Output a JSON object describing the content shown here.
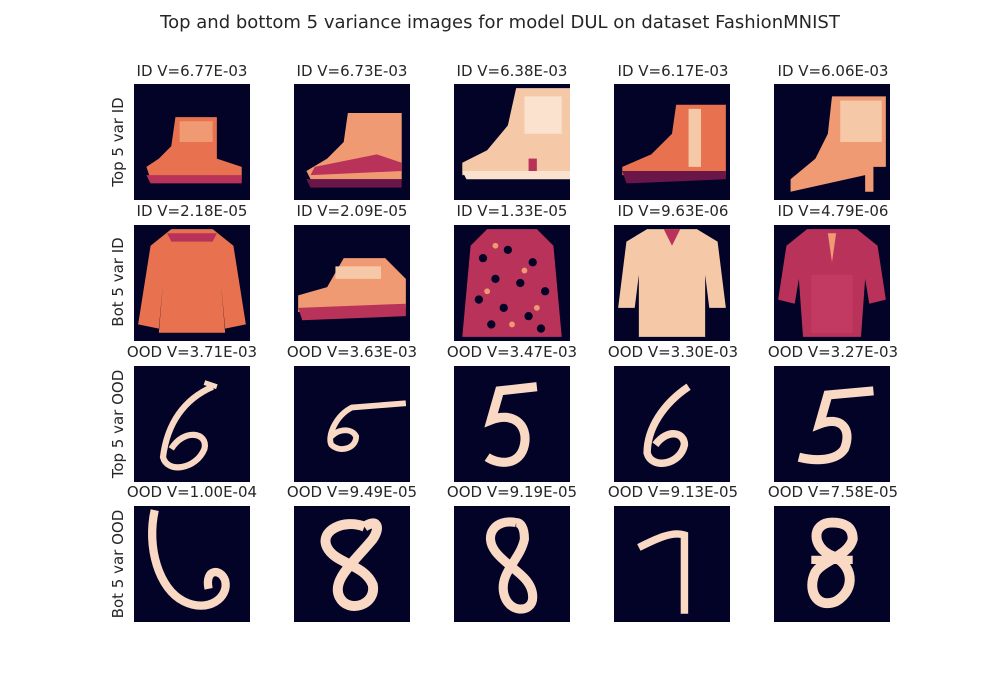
{
  "title": "Top and bottom 5 variance images for model DUL on dataset FashionMNIST",
  "rows": [
    {
      "label": "Top 5 var ID",
      "cells": [
        {
          "caption": "ID V=6.77E-03",
          "icon": "ankle-boot-image"
        },
        {
          "caption": "ID V=6.73E-03",
          "icon": "ankle-boot-image"
        },
        {
          "caption": "ID V=6.38E-03",
          "icon": "ankle-boot-image"
        },
        {
          "caption": "ID V=6.17E-03",
          "icon": "ankle-boot-image"
        },
        {
          "caption": "ID V=6.06E-03",
          "icon": "heeled-boot-image"
        }
      ]
    },
    {
      "label": "Bot 5 var ID",
      "cells": [
        {
          "caption": "ID V=2.18E-05",
          "icon": "pullover-image"
        },
        {
          "caption": "ID V=2.09E-05",
          "icon": "sneaker-image"
        },
        {
          "caption": "ID V=1.33E-05",
          "icon": "patterned-shirt-image"
        },
        {
          "caption": "ID V=9.63E-06",
          "icon": "shirt-image"
        },
        {
          "caption": "ID V=4.79E-06",
          "icon": "shirt-image"
        }
      ]
    },
    {
      "label": "Top 5 var OOD",
      "cells": [
        {
          "caption": "OOD V=3.71E-03",
          "icon": "digit-6-image"
        },
        {
          "caption": "OOD V=3.63E-03",
          "icon": "digit-6-image"
        },
        {
          "caption": "OOD V=3.47E-03",
          "icon": "digit-5-image"
        },
        {
          "caption": "OOD V=3.30E-03",
          "icon": "digit-6-image"
        },
        {
          "caption": "OOD V=3.27E-03",
          "icon": "digit-5-image"
        }
      ]
    },
    {
      "label": "Bot 5 var OOD",
      "cells": [
        {
          "caption": "OOD V=1.00E-04",
          "icon": "digit-6-image"
        },
        {
          "caption": "OOD V=9.49E-05",
          "icon": "digit-8-image"
        },
        {
          "caption": "OOD V=9.19E-05",
          "icon": "digit-8-image"
        },
        {
          "caption": "OOD V=9.13E-05",
          "icon": "digit-7-image"
        },
        {
          "caption": "OOD V=7.58E-05",
          "icon": "digit-8-image"
        }
      ]
    }
  ],
  "colors": {
    "background": "#030327",
    "garment_main": "#e8724f",
    "garment_light": "#f5c9a8",
    "garment_dark": "#b9325a",
    "digit_stroke": "#f9d8c4"
  }
}
